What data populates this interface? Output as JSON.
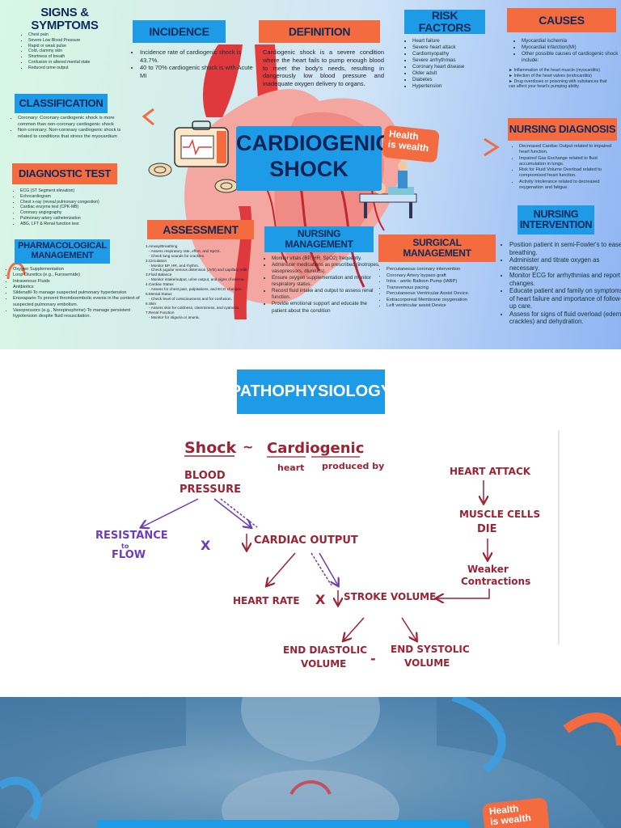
{
  "poster": {
    "title_line1": "CARDIOGENIC",
    "title_line2": "SHOCK",
    "badge_line1": "Health",
    "badge_line2": "is wealth",
    "signs": {
      "header": "SIGNS & SYMPTOMS",
      "items": [
        "Chest pain",
        "Severe Low Blood Pressure",
        "Rapid or weak pulse",
        "Cold, clammy skin",
        "Shortness of breath",
        "Confusion or altered mental state",
        "Reduced urine output"
      ]
    },
    "incidence": {
      "header": "INCIDENCE",
      "items": [
        "Incidence rate of cardiogenic shock is 43.7%.",
        "40 to 70% cardiogenic shock is with Acute MI"
      ]
    },
    "definition": {
      "header": "DEFINITION",
      "text": "Cardiogenic shock is a severe condition where the heart fails to pump enough blood to meet the body's needs, resulting in dangerously low blood pressure and inadequate oxygen delivery to organs."
    },
    "risk": {
      "header": "RISK FACTORS",
      "items": [
        "Heart failure",
        "Severe heart attack",
        "Cardiomyopathy",
        "Severe arrhythmias",
        "Coronary heart disease",
        "Older adult",
        "Diabetes",
        "Hypertension"
      ]
    },
    "causes": {
      "header": "CAUSES",
      "items": [
        "Myocardial ischemia",
        "Myocardial infarction(MI)",
        "Other possible causes of cardiogenic shock include:"
      ],
      "subitems": [
        "Inflammation of the heart muscle (myocarditis)",
        "Infection of the heart valves (endocarditis)",
        "Drug overdoses or poisoning with substances that can affect your heart's pumping ability."
      ]
    },
    "classification": {
      "header": "CLASSIFICATION",
      "items": [
        "Coronary: Coronary cardiogenic shock is more common than non-coronary cardiogenic shock",
        "Non-coronary: Non-coronary cardiogenic shock is related to conditions that stress the myocardium"
      ]
    },
    "nursing_diagnosis": {
      "header": "NURSING DIAGNOSIS",
      "items": [
        "Decreased Cardiac Output related to impaired heart function.",
        "Impaired Gas Exchange related to fluid accumulation in lungs.",
        "Risk for Fluid Volume Overload related to compromised heart function.",
        "Activity Intolerance related to decreased oxygenation and fatigue."
      ]
    },
    "diagnostic": {
      "header": "DIAGNOSTIC TEST",
      "items": [
        "ECG (ST Segment elevation)",
        "Echocardiogram",
        "Chest x-ray (reveal pulmonary congestion)",
        "Cardiac enzyme test (CPK-MB)",
        "Coronary angiography",
        "Pulmonary artery catheterization",
        "ABG, LFT & Renal function test"
      ]
    },
    "nursing_intervention": {
      "header_line1": "NURSING",
      "header_line2": "INTERVENTION",
      "items": [
        "Position patient in semi-Fowler's to ease breathing.",
        "Administer and titrate oxygen as necessary.",
        "Monitor ECG for arrhythmias and report changes.",
        "Educate patient and family on symptoms of heart failure and importance of follow-up care.",
        "Assess for signs of fluid overload (edema, crackles) and dehydration."
      ]
    },
    "pharmacological": {
      "header_line1": "PHARMACOLOGICAL",
      "header_line2": "MANAGEMENT",
      "items": [
        "Oxygen Supplementation",
        "Loop Diuretics (e.g., Furosemide)",
        "Intravenous Fluids",
        "Antibiotics",
        "Sildenafil-To manage suspected pulmonary hypertension",
        "Enoxaparin-To prevent thromboembolic events in the context of suspected pulmonary embolism.",
        "Vasopressors (e.g., Norepinephrine)-To manage persistent hypotension despite fluid resuscitation."
      ]
    },
    "assessment": {
      "header": "ASSESSMENT",
      "lines": [
        "1.Airway/Breathing",
        "- Assess respiratory rate, effort, and SpO2.",
        "- Check lung sounds for crackles.",
        "2.Circulation",
        "- Monitor BP, HR, and rhythm.",
        "- Check jugular venous distension (JVD) and capillary refill.",
        "3.Fluid Balance",
        "- Monitor intake/output, urine output, and signs of edema.",
        "4.Cardiac Status",
        "- Assess for chest pain, palpitations, and ECG changes.",
        "5.Mental Status",
        "- Check level of consciousness and for confusion.",
        "6.Skin",
        "- Assess skin for coldness, clamminess, and cyanosis.",
        "7.Renal Function",
        "- Monitor for oliguria or anuria."
      ]
    },
    "nursing_management": {
      "header_line1": "NURSING",
      "header_line2": "MANAGEMENT",
      "items": [
        "Monitor vitals (BP, HR, SpO2) frequently.",
        "Administer medications as prescribed (inotropes, vasopressors, diuretics).",
        "Ensure oxygen supplementation and monitor respiratory status.",
        "Record fluid intake and output to assess renal function.",
        "Provide emotional support and educate the patient about the condition"
      ]
    },
    "surgical": {
      "header_line1": "SURGICAL",
      "header_line2": "MANAGEMENT",
      "items": [
        "Percutaneous coronary intervention",
        "Coronary Artery bypass graft",
        "Intra - aortic Balloon Pump (IABP)",
        "Transvenous pacing",
        "Percutaneous Ventricular Assist Device.",
        "Extracorporeal Membrane oxygenation",
        "Left ventricular assist Device"
      ]
    }
  },
  "patho": {
    "title": "PATHOPHYSIOLOGY",
    "shock": "Shock",
    "tilde": "~",
    "cardiogenic": "Cardiogenic",
    "heart_note": "heart",
    "produced_note": "produced by",
    "blood": "BLOOD",
    "pressure": "PRESSURE",
    "resistance": "RESISTANCE",
    "to": "to",
    "flow": "FLOW",
    "x1": "X",
    "cardiac_output": "CARDIAC OUTPUT",
    "heart_rate": "HEART RATE",
    "x2": "X",
    "stroke_volume": "STROKE VOLUME",
    "heart_attack": "HEART ATTACK",
    "muscle_cells": "MUSCLE CELLS",
    "die": "DIE",
    "weaker": "Weaker",
    "contractions": "Contractions",
    "edv1": "END DIASTOLIC",
    "edv2": "VOLUME",
    "minus": "-",
    "esv1": "END SYSTOLIC",
    "esv2": "VOLUME"
  },
  "bottom": {
    "badge_line1": "Health",
    "badge_line2": "is wealth"
  },
  "colors": {
    "blue_header": "#1d9be6",
    "orange_header": "#f36b3f",
    "navy_text": "#0d2a5c",
    "heart_red": "#e53c3c",
    "handwriting_red": "#9b2335",
    "handwriting_purple": "#6b3fb8"
  }
}
